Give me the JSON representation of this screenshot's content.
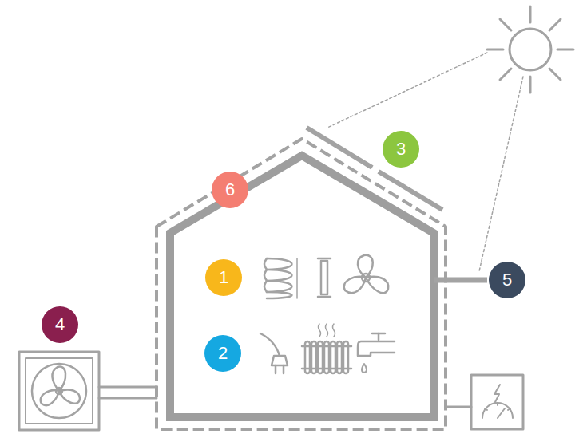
{
  "diagram": {
    "nodes": [
      {
        "text": [
          "3"
        ]
      },
      {
        "text": [
          "6"
        ]
      },
      {
        "text": [
          "1"
        ]
      },
      {
        "text": [
          "5"
        ]
      },
      {
        "text": [
          "4"
        ]
      },
      {
        "text": [
          "2"
        ]
      }
    ]
  }
}
